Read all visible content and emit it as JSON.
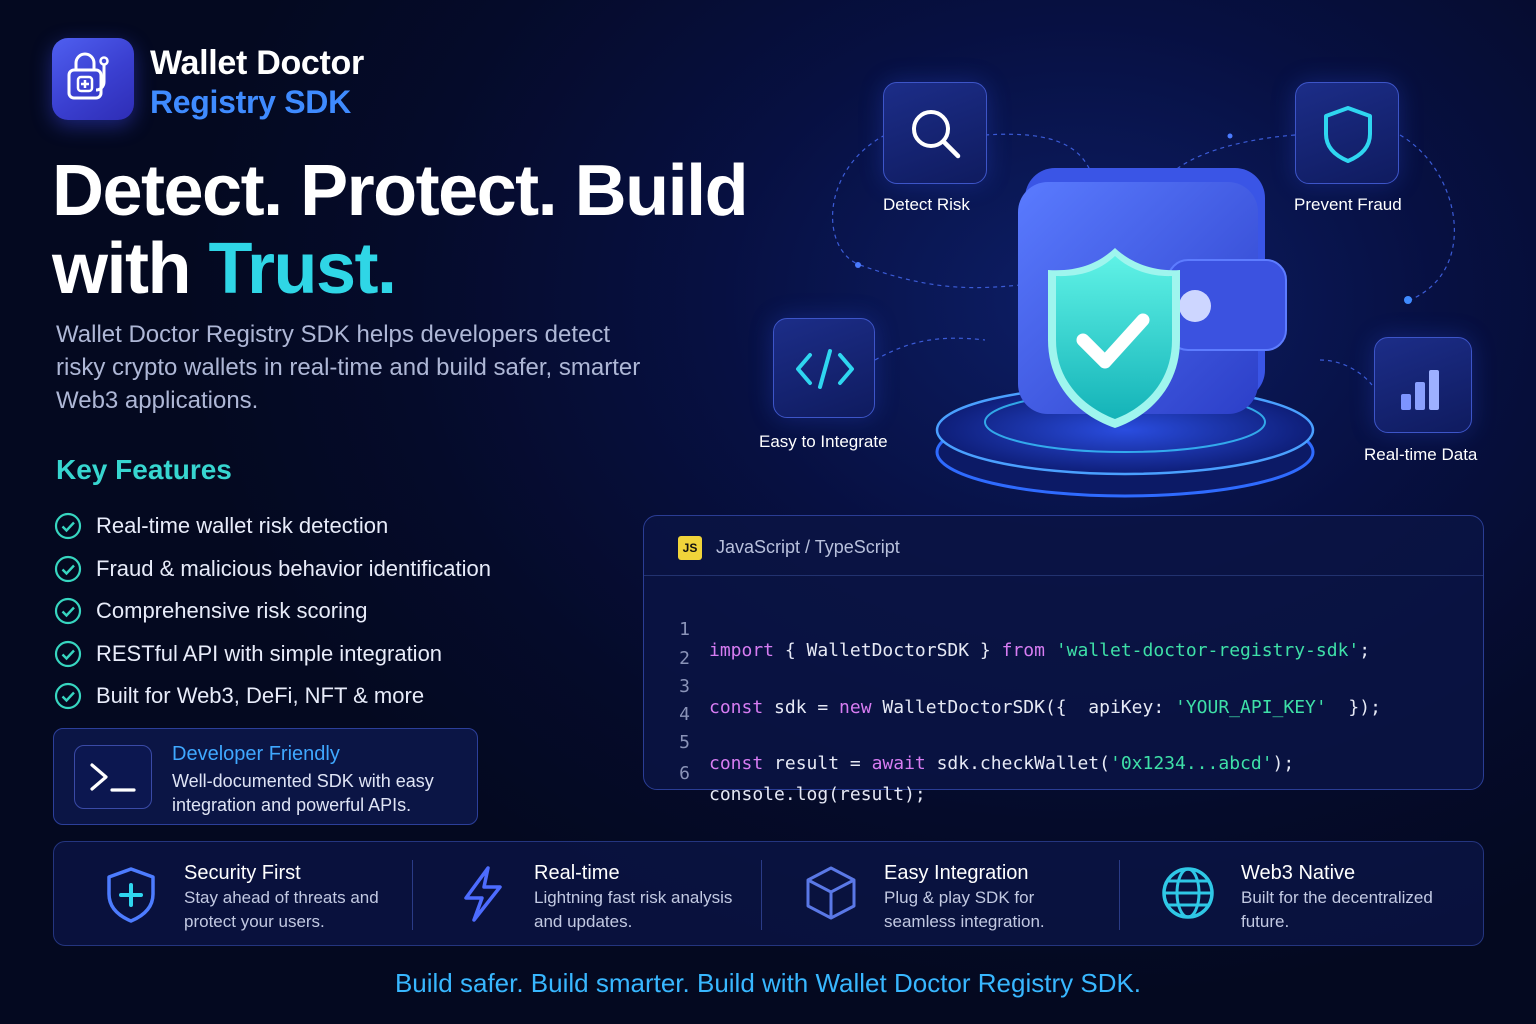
{
  "brand": {
    "name_line1": "Wallet Doctor",
    "name_line2": "Registry SDK"
  },
  "hero": {
    "headline_part1": "Detect. Protect. Build",
    "headline_part2": "with ",
    "headline_accent": "Trust.",
    "intro": "Wallet Doctor Registry SDK helps developers detect risky crypto wallets in real-time and build safer, smarter Web3 applications."
  },
  "features": {
    "title": "Key Features",
    "items": [
      "Real-time wallet risk detection",
      "Fraud & malicious behavior identification",
      "Comprehensive risk scoring",
      "RESTful API with simple integration",
      "Built for Web3, DeFi, NFT & more"
    ]
  },
  "developer_card": {
    "title": "Developer Friendly",
    "text": "Well-documented SDK with easy integration and powerful APIs."
  },
  "orbit": {
    "detect_risk": "Detect Risk",
    "prevent_fraud": "Prevent Fraud",
    "easy_to_integrate": "Easy to Integrate",
    "realtime_data": "Real-time Data"
  },
  "code_panel": {
    "badge": "JS",
    "language": "JavaScript / TypeScript",
    "lines": [
      {
        "num": "1",
        "kw1": "import",
        "t1": " { WalletDoctorSDK } ",
        "kw2": "from",
        "t2": " ",
        "str": "'wallet-doctor-registry-sdk'",
        "t3": ";"
      },
      {
        "num": "2"
      },
      {
        "num": "3",
        "kw1": "const",
        "t1": " sdk = ",
        "kw2": "new",
        "t2": " WalletDoctorSDK({  apiKey: ",
        "str": "'YOUR_API_KEY'",
        "t3": "  });"
      },
      {
        "num": "4"
      },
      {
        "num": "5",
        "kw1": "const",
        "t1": " result = ",
        "kw2": "await",
        "t2": " sdk.checkWallet(",
        "str": "'0x1234...abcd'",
        "t3": ");"
      },
      {
        "num": "6",
        "t1": "console.log(result);"
      }
    ]
  },
  "strip": [
    {
      "title": "Security First",
      "text": "Stay ahead of threats and protect your users.",
      "icon": "shield-plus-icon"
    },
    {
      "title": "Real-time",
      "text": "Lightning fast risk analysis and updates.",
      "icon": "lightning-icon"
    },
    {
      "title": "Easy Integration",
      "text": "Plug & play SDK for seamless integration.",
      "icon": "cube-icon"
    },
    {
      "title": "Web3 Native",
      "text": "Built for the decentralized future.",
      "icon": "globe-icon"
    }
  ],
  "tagline": "Build safer. Build smarter. Build with Wallet Doctor Registry SDK.",
  "colors": {
    "accent_cyan": "#2fd6e6",
    "accent_blue": "#3f8bff",
    "keyword": "#d77cf2",
    "string": "#3ee0a8"
  }
}
